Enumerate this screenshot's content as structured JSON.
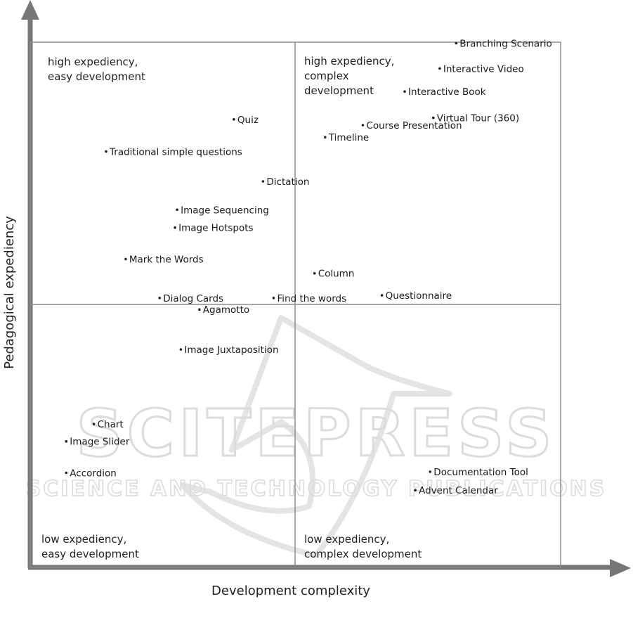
{
  "chart_data": {
    "type": "scatter",
    "xlabel": "Development complexity",
    "ylabel": "Pedagogical expediency",
    "xlim": [
      0,
      100
    ],
    "ylim": [
      0,
      100
    ],
    "grid": false,
    "quadrants": {
      "top_left": [
        "high expediency,",
        "easy development"
      ],
      "top_right": [
        "high expediency,",
        "complex",
        "development"
      ],
      "bottom_left": [
        "low expediency,",
        "easy development"
      ],
      "bottom_right": [
        "low expediency,",
        "complex development"
      ]
    },
    "points": [
      {
        "label": "Branching Scenario",
        "x": 80.3,
        "y": 99.8
      },
      {
        "label": "Interactive Video",
        "x": 77.2,
        "y": 95.0
      },
      {
        "label": "Interactive Book",
        "x": 70.6,
        "y": 90.6
      },
      {
        "label": "Virtual Tour (360)",
        "x": 76.0,
        "y": 85.6
      },
      {
        "label": "Course Presentation",
        "x": 62.7,
        "y": 84.2
      },
      {
        "label": "Timeline",
        "x": 55.6,
        "y": 81.9
      },
      {
        "label": "Quiz",
        "x": 38.4,
        "y": 85.3
      },
      {
        "label": "Traditional simple questions",
        "x": 14.3,
        "y": 79.2
      },
      {
        "label": "Dictation",
        "x": 43.9,
        "y": 73.5
      },
      {
        "label": "Image Sequencing",
        "x": 27.7,
        "y": 68.1
      },
      {
        "label": "Image Hotspots",
        "x": 27.3,
        "y": 64.7
      },
      {
        "label": "Mark the Words",
        "x": 18.0,
        "y": 58.7
      },
      {
        "label": "Column",
        "x": 53.6,
        "y": 56.0
      },
      {
        "label": "Dialog Cards",
        "x": 24.4,
        "y": 51.3
      },
      {
        "label": "Find the words",
        "x": 45.9,
        "y": 51.3
      },
      {
        "label": "Questionnaire",
        "x": 66.3,
        "y": 51.8
      },
      {
        "label": "Agamotto",
        "x": 31.9,
        "y": 49.1
      },
      {
        "label": "Image Juxtaposition",
        "x": 28.4,
        "y": 41.5
      },
      {
        "label": "Chart",
        "x": 12.0,
        "y": 27.3
      },
      {
        "label": "Image Slider",
        "x": 6.8,
        "y": 24.0
      },
      {
        "label": "Accordion",
        "x": 6.8,
        "y": 18.0
      },
      {
        "label": "Documentation Tool",
        "x": 75.4,
        "y": 18.2
      },
      {
        "label": "Advent Calendar",
        "x": 72.6,
        "y": 14.7
      }
    ]
  },
  "watermark": {
    "line1": "SCITEPRESS",
    "line2": "SCIENCE AND TECHNOLOGY PUBLICATIONS"
  }
}
